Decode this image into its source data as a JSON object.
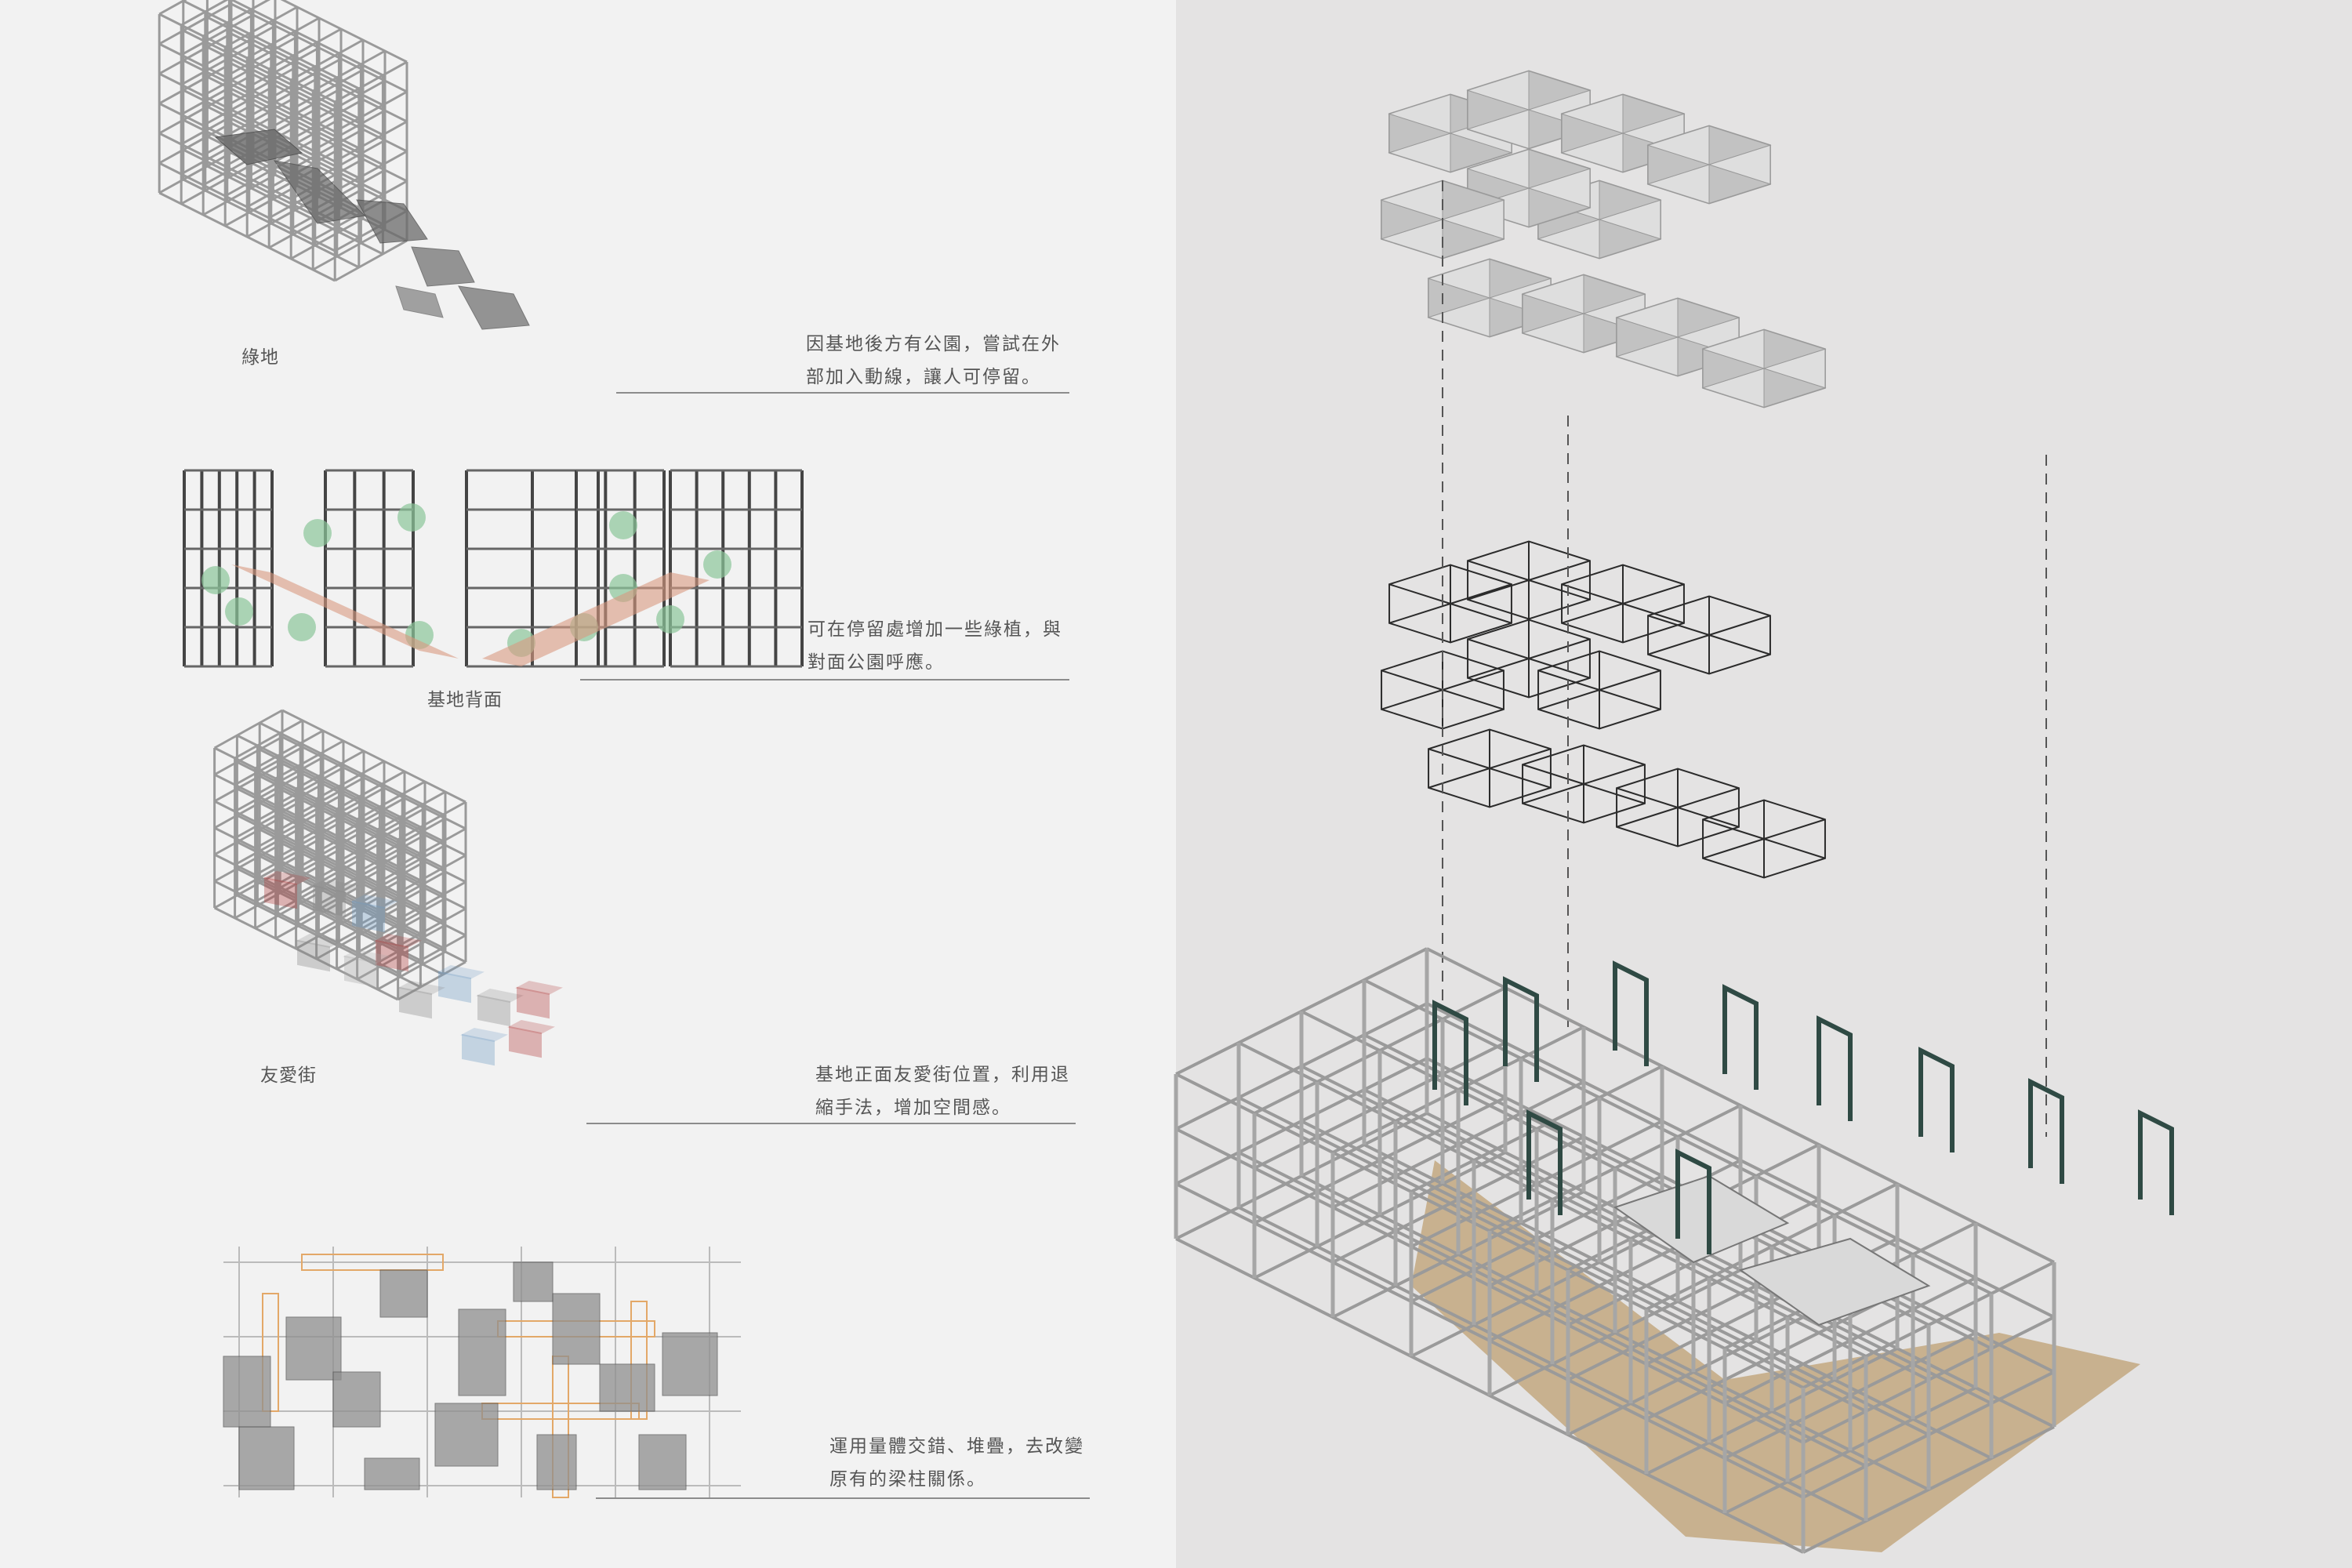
{
  "sections": [
    {
      "label": "綠地",
      "note_lines": [
        "因基地後方有公園，嘗試在外",
        "部加入動線，讓人可停留。"
      ]
    },
    {
      "label": "基地背面",
      "note_lines": [
        "可在停留處增加一些綠植，與",
        "對面公園呼應。"
      ]
    },
    {
      "label": "友愛街",
      "note_lines": [
        "基地正面友愛街位置，利用退",
        "縮手法，增加空間感。"
      ]
    },
    {
      "label": "",
      "note_lines": [
        "運用量體交錯、堆疊，去改變",
        "原有的梁柱關係。"
      ]
    }
  ],
  "colors": {
    "left_background": "#f2f2f2",
    "right_background": "#e4e3e3",
    "frame_line": "#9a9a9a",
    "green_path": "#6b6b6b",
    "tree_green": "#8cc69a",
    "path_orange": "#d99a80",
    "red_volume": "#b23b3b",
    "blue_volume": "#6f9ac4",
    "stone_gray": "#8f8f8f",
    "hatch_orange": "#e3a868",
    "truss_line": "#2b2b2b",
    "dark_green_frame": "#2f4a44",
    "floor_tan": "#c8b18f"
  },
  "icons": [
    "isometric-frame-diagram",
    "elevation-diagram",
    "volume-diagram",
    "plan-diagram",
    "exploded-axonometric"
  ]
}
